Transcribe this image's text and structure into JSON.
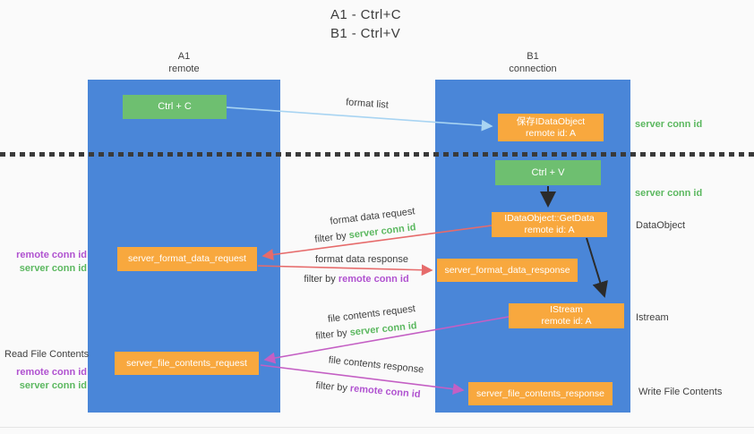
{
  "title": {
    "line1": "A1 - Ctrl+C",
    "line2": "B1 - Ctrl+V"
  },
  "lanes": {
    "a1": {
      "name": "A1",
      "subtitle": "remote"
    },
    "b1": {
      "name": "B1",
      "subtitle": "connection"
    }
  },
  "nodes": {
    "ctrl_c": {
      "label": "Ctrl + C"
    },
    "ctrl_v": {
      "label": "Ctrl + V"
    },
    "save_dataobject": {
      "line1": "保存IDataObject",
      "line2": "remote id: A"
    },
    "getdata": {
      "line1": "IDataObject::GetData",
      "line2": "remote id: A"
    },
    "istream": {
      "line1": "IStream",
      "line2": "remote id: A"
    },
    "format_request": {
      "label": "server_format_data_request"
    },
    "format_response": {
      "label": "server_format_data_response"
    },
    "file_request": {
      "label": "server_file_contents_request"
    },
    "file_response": {
      "label": "server_file_contents_response"
    }
  },
  "flow_labels": {
    "format_list": "format list",
    "format_data_request": "format data request",
    "format_data_response": "format data response",
    "file_contents_request": "file contents request",
    "file_contents_response": "file contents response",
    "filter_by": "filter by",
    "server_conn_id": "server conn id",
    "remote_conn_id": "remote conn id"
  },
  "side_labels": {
    "read_file_contents": "Read File Contents",
    "write_file_contents": "Write File Contents",
    "dataobject": "DataObject",
    "istream": "Istream",
    "server_conn_id": "server conn id",
    "remote_conn_id": "remote conn id"
  },
  "colors": {
    "lane_blue": "#4a86d8",
    "node_green": "#6ebf70",
    "node_orange": "#f8a83e",
    "arrow_red": "#e66b6b",
    "arrow_magenta": "#c45fc4",
    "arrow_light_blue": "#a8d4f2",
    "arrow_black": "#2b2b2b",
    "text_green": "#5cb860",
    "text_purple": "#b052d0"
  }
}
